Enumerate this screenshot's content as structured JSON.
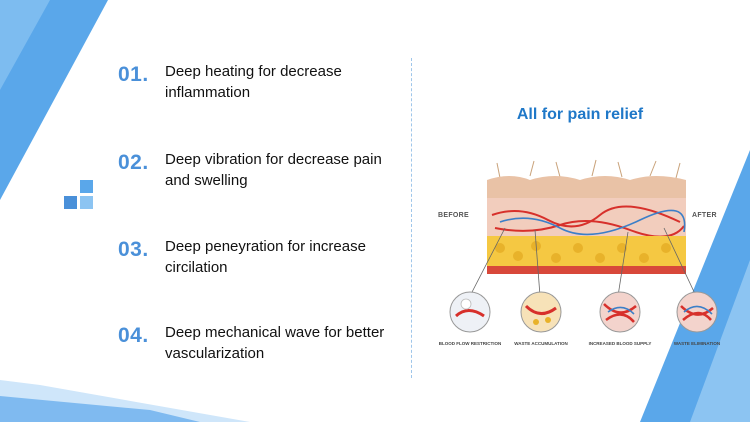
{
  "points": [
    {
      "number": "01.",
      "text": "Deep heating for decrease inflammation"
    },
    {
      "number": "02.",
      "text": "Deep vibration for decrease pain and swelling"
    },
    {
      "number": "03.",
      "text": "Deep peneyration for increase circilation"
    },
    {
      "number": "04.",
      "text": "Deep mechanical wave for better vascularization"
    }
  ],
  "illustration": {
    "title": "All for pain relief",
    "before_label": "BEFORE",
    "after_label": "AFTER",
    "captions": [
      "BLOOD FLOW RESTRICTION",
      "WASTE ACCUMULATION",
      "INCREASED BLOOD SUPPLY",
      "WASTE ELIMINATION"
    ]
  },
  "colors": {
    "accent": "#4a90d9",
    "title": "#1f78c8",
    "decor_blue": "#5aa7ea"
  }
}
